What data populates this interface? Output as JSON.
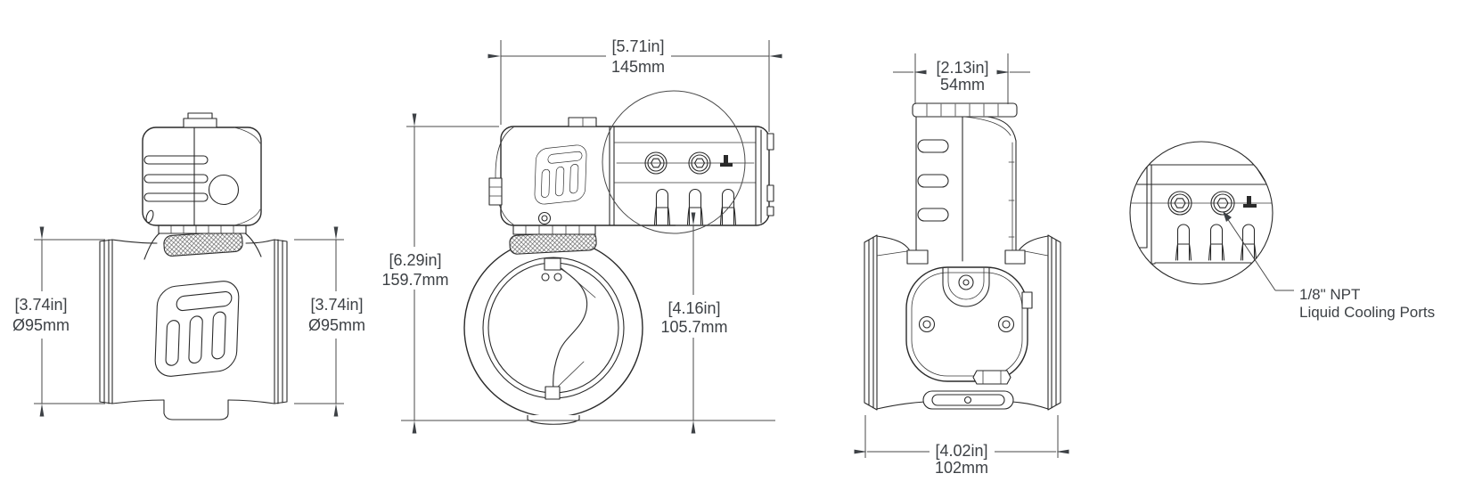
{
  "drawing": {
    "background_color": "#ffffff",
    "outline_color": "#2a2a2a",
    "dimension_line_color": "#4a4a4a",
    "text_color": "#3d4145",
    "logo_icon": "turbosmart-t-badge",
    "views": {
      "side_left": {
        "dim_left": {
          "inches": "[3.74in]",
          "mm": "Ø95mm"
        },
        "dim_right": {
          "inches": "[3.74in]",
          "mm": "Ø95mm"
        }
      },
      "front": {
        "dim_width": {
          "inches": "[5.71in]",
          "mm": "145mm"
        },
        "dim_height": {
          "inches": "[6.29in]",
          "mm": "159.7mm"
        },
        "dim_body_height": {
          "inches": "[4.16in]",
          "mm": "105.7mm"
        }
      },
      "side_right": {
        "dim_top_width": {
          "inches": "[2.13in]",
          "mm": "54mm"
        },
        "dim_bottom_width": {
          "inches": "[4.02in]",
          "mm": "102mm"
        }
      },
      "detail": {
        "callout": {
          "line1": "1/8\" NPT",
          "line2": "Liquid Cooling Ports"
        }
      }
    }
  }
}
